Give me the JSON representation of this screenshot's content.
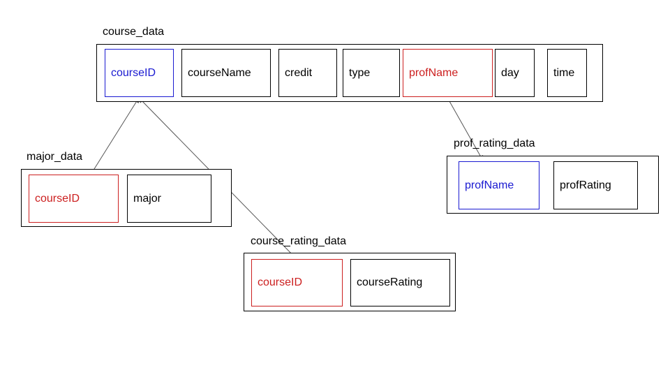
{
  "colors": {
    "primary_key": "#1a1ad1",
    "foreign_key": "#cc1f1f",
    "border": "#000000",
    "connector": "#555555"
  },
  "tables": {
    "course_data": {
      "name": "course_data",
      "fields": [
        {
          "label": "courseID",
          "role": "primary-key"
        },
        {
          "label": "courseName",
          "role": "attribute"
        },
        {
          "label": "credit",
          "role": "attribute"
        },
        {
          "label": "type",
          "role": "attribute"
        },
        {
          "label": "profName",
          "role": "foreign-key"
        },
        {
          "label": "day",
          "role": "attribute"
        },
        {
          "label": "time",
          "role": "attribute"
        }
      ]
    },
    "major_data": {
      "name": "major_data",
      "fields": [
        {
          "label": "courseID",
          "role": "foreign-key"
        },
        {
          "label": "major",
          "role": "attribute"
        }
      ]
    },
    "course_rating_data": {
      "name": "course_rating_data",
      "fields": [
        {
          "label": "courseID",
          "role": "foreign-key"
        },
        {
          "label": "courseRating",
          "role": "attribute"
        }
      ]
    },
    "prof_rating_data": {
      "name": "prof_rating_data",
      "fields": [
        {
          "label": "profName",
          "role": "primary-key"
        },
        {
          "label": "profRating",
          "role": "attribute"
        }
      ]
    }
  },
  "relationships": [
    {
      "from": "major_data.courseID",
      "to": "course_data.courseID"
    },
    {
      "from": "course_rating_data.courseID",
      "to": "course_data.courseID"
    },
    {
      "from": "course_data.profName",
      "to": "prof_rating_data.profName"
    }
  ]
}
